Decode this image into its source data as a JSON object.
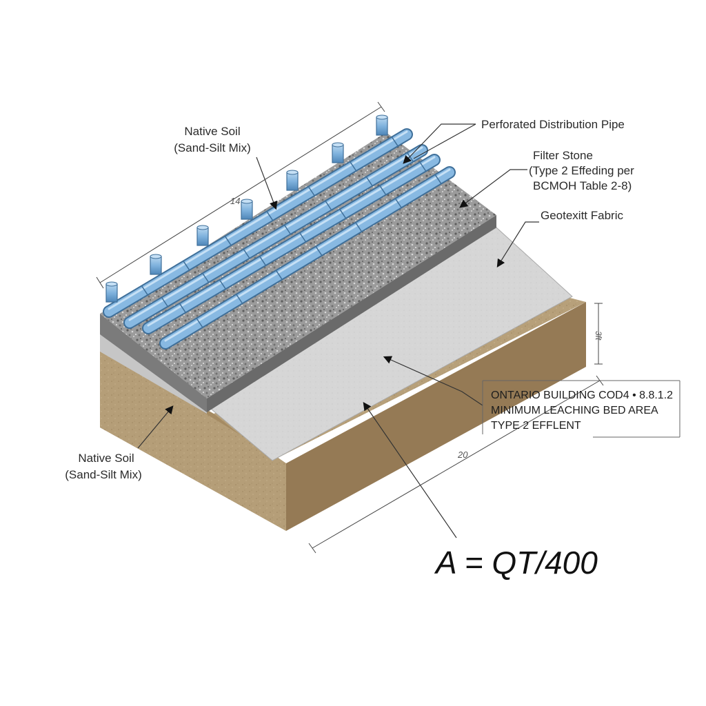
{
  "labels": {
    "native_soil_top_1": "Native Soil",
    "native_soil_top_2": "(Sand-Silt Mix)",
    "native_soil_bottom_1": "Native Soil",
    "native_soil_bottom_2": "(Sand-Silt Mix)",
    "pipe": "Perforated Distribution Pipe",
    "filter_1": "Filter Stone",
    "filter_2": "(Type 2 Effeding per",
    "filter_3": "BCMOH Table 2-8)",
    "geotextile": "Geotexitt Fabric"
  },
  "dimensions": {
    "length_top": "14",
    "length_bottom": "20",
    "depth": "3ft"
  },
  "code_note": {
    "line1": "ONTARIO BUILDING COD4 • 8.8.1.2",
    "line2": "MINIMUM LEACHING BED AREA",
    "line3": "TYPE 2 EFFLENT"
  },
  "formula": "A = QT/400",
  "colors": {
    "soil": "#b39a72",
    "stone": "#8e8e8e",
    "fabric": "#d4d4d4",
    "pipe": "#7fb2dd"
  }
}
